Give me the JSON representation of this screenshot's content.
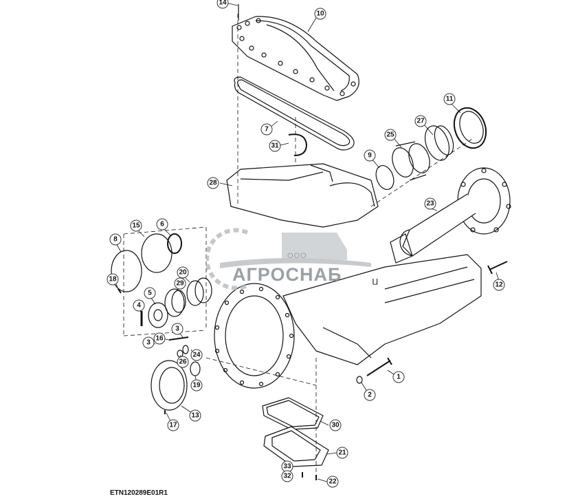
{
  "diagram": {
    "code": "ETN120289E01R1",
    "callouts": [
      "14",
      "10",
      "7",
      "31",
      "11",
      "27",
      "25",
      "9",
      "28",
      "23",
      "12",
      "15",
      "6",
      "8",
      "18",
      "20",
      "29",
      "5",
      "4",
      "3",
      "16",
      "24",
      "26",
      "19",
      "13",
      "17",
      "1",
      "2",
      "30",
      "21",
      "33",
      "32",
      "22",
      "3"
    ]
  },
  "watermark": {
    "line1": "ООО",
    "line2": "АГРОСНАБ",
    "tail": "u"
  },
  "colors": {
    "ink": "#111111",
    "watermark": "#9aa0a6",
    "background": "#ffffff"
  }
}
